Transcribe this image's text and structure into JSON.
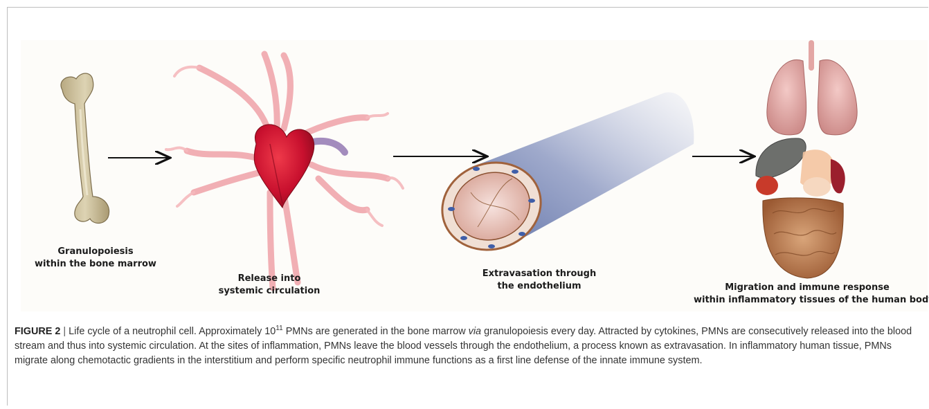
{
  "figure": {
    "stages": [
      {
        "line1": "Granulopoiesis",
        "line2": "within the bone marrow"
      },
      {
        "line1": "Release into",
        "line2": "systemic circulation"
      },
      {
        "line1": "Extravasation through",
        "line2": "the endothelium"
      },
      {
        "line1": "Migration and immune response",
        "line2": "within inflammatory tissues of the human body"
      }
    ]
  },
  "caption": {
    "label": "FIGURE 2",
    "separator": "|",
    "text_a": "Life cycle of a neutrophil cell. Approximately 10",
    "superscript": "11",
    "text_b": "PMNs are generated in the bone marrow",
    "italic": "via",
    "text_c": "granulopoiesis every day. Attracted by cytokines, PMNs are consecutively released into the blood stream and thus into systemic circulation. At the sites of inflammation, PMNs leave the blood vessels through the endothelium, a process known as extravasation. In inflammatory human tissue, PMNs migrate along chemotactic gradients in the interstitium and perform specific neutrophil immune functions as a first line defense of the innate immune system."
  }
}
